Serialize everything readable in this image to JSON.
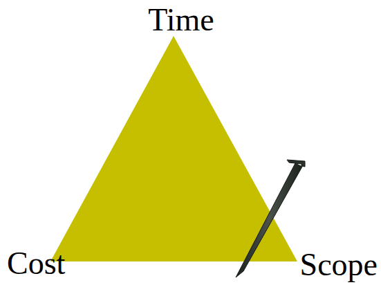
{
  "diagram": {
    "labels": [
      "Time",
      "Cost",
      "Scope"
    ]
  }
}
